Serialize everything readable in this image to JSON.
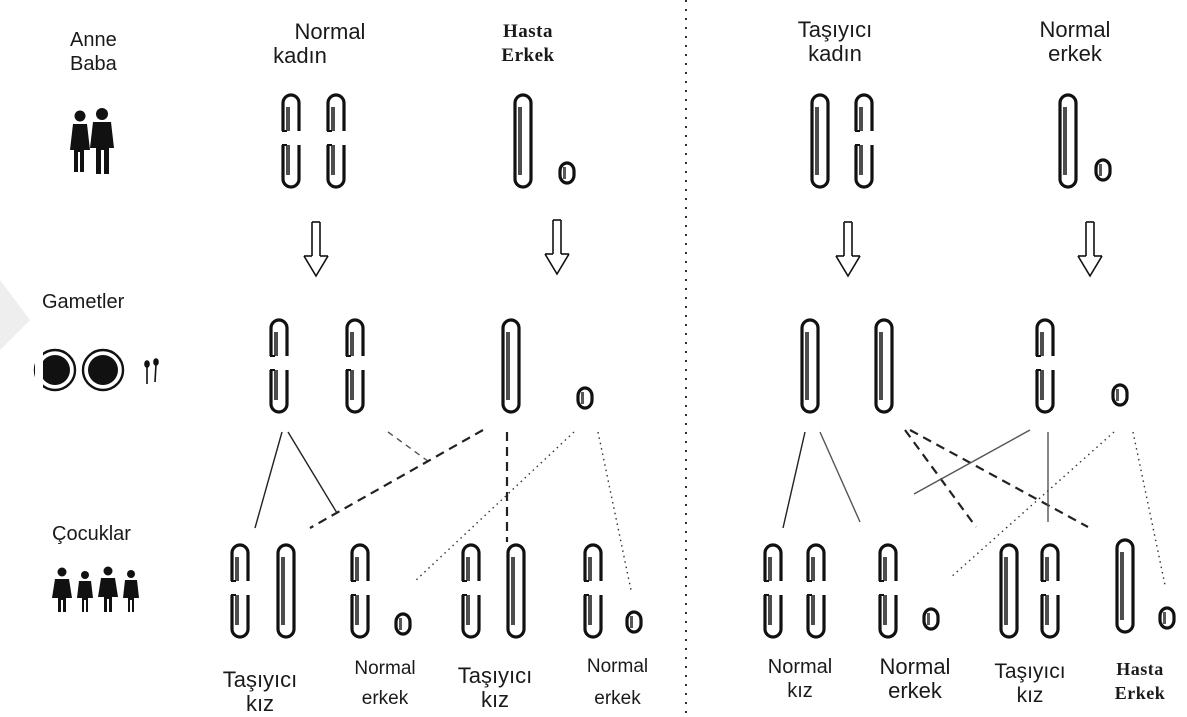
{
  "row_labels": {
    "parents": [
      "Anne",
      "Baba"
    ],
    "gametes": "Gametler",
    "children": "Çocuklar"
  },
  "left_cross": {
    "mother": [
      "Normal",
      "kadın"
    ],
    "father": [
      "Hasta",
      "Erkek"
    ],
    "children": [
      [
        "Taşıyıcı",
        "kız"
      ],
      [
        "Normal",
        "erkek"
      ],
      [
        "Taşıyıcı",
        "kız"
      ],
      [
        "Normal",
        "erkek"
      ]
    ]
  },
  "right_cross": {
    "mother": [
      "Taşıyıcı",
      "kadın"
    ],
    "father": [
      "Normal",
      "erkek"
    ],
    "children": [
      [
        "Normal",
        "kız"
      ],
      [
        "Normal",
        "erkek"
      ],
      [
        "Taşıyıcı",
        "kız"
      ],
      [
        "Hasta",
        "Erkek"
      ]
    ]
  },
  "icons": [
    "parents-couple-icon",
    "egg-cells-icon",
    "sperm-cells-icon",
    "children-group-icon",
    "x-chromosome-icon",
    "y-chromosome-icon",
    "down-arrow-icon"
  ]
}
